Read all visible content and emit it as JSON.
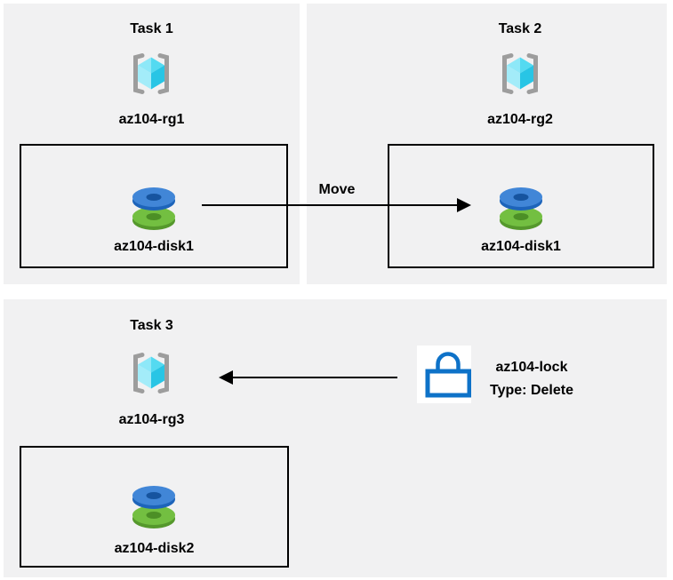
{
  "diagram": {
    "tasks": [
      {
        "title": "Task 1",
        "resource_group": "az104-rg1",
        "disk": "az104-disk1"
      },
      {
        "title": "Task 2",
        "resource_group": "az104-rg2",
        "disk": "az104-disk1"
      },
      {
        "title": "Task 3",
        "resource_group": "az104-rg3",
        "disk": "az104-disk2"
      }
    ],
    "move_arrow_label": "Move",
    "lock": {
      "name": "az104-lock",
      "type": "Type: Delete"
    }
  },
  "icons": {
    "resource_group": "resource-group-icon",
    "disk": "disk-icon",
    "lock": "lock-icon"
  },
  "colors": {
    "panel_background": "#f1f1f2",
    "box_border": "#000000",
    "arrow": "#000000",
    "text": "#000000",
    "lock_blue": "#0e72c8",
    "bracket_gray": "#9d9d9d",
    "cube_top_left": "#8ee8f8",
    "cube_top_right": "#54daf1",
    "cube_bottom_left": "#a3ecf9",
    "cube_bottom_right": "#28c5e5",
    "disk_blue_top": "#4186d7",
    "disk_blue_side": "#1d64ba",
    "disk_blue_hole": "#16549f",
    "disk_green_top": "#73bf41",
    "disk_green_side": "#55982c",
    "disk_green_hole": "#4c8f26"
  }
}
